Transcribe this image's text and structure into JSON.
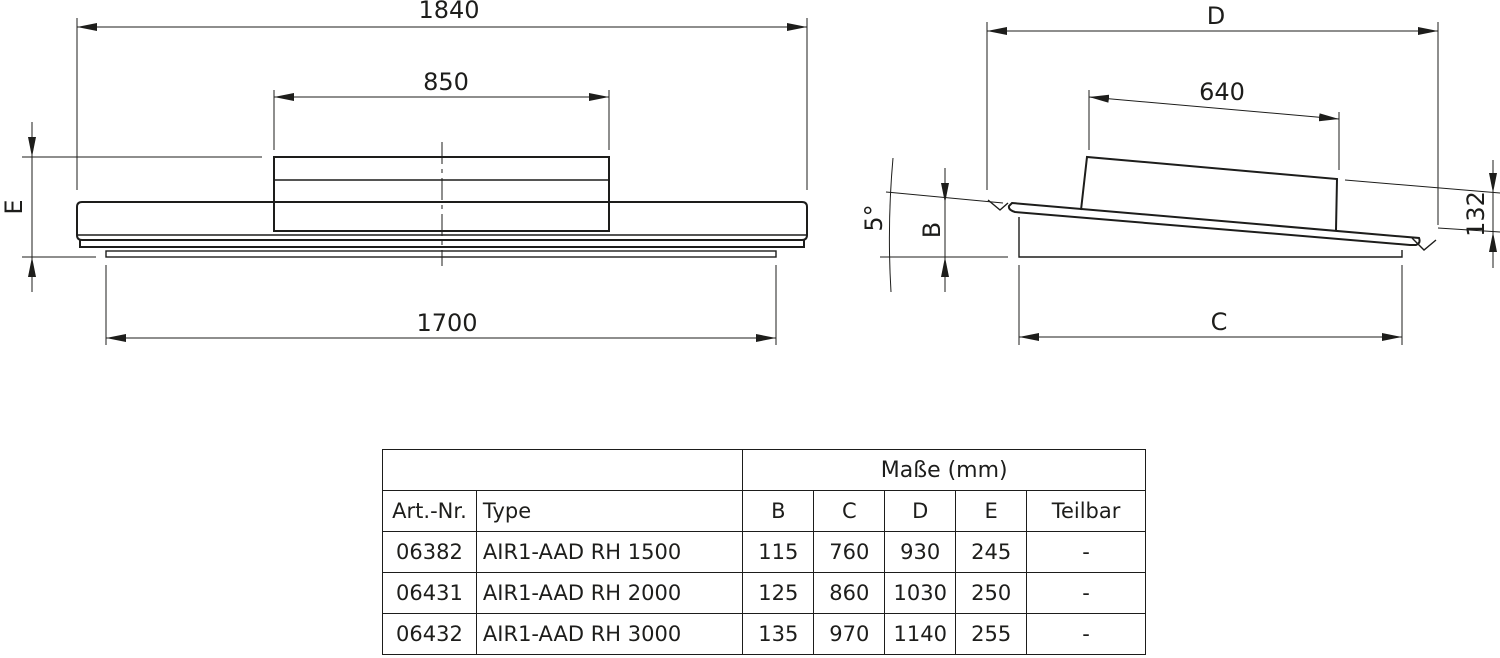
{
  "front_view": {
    "dim_overall_width": "1840",
    "dim_top_unit_width": "850",
    "dim_base_width": "1700",
    "dim_height_label": "E"
  },
  "side_view": {
    "dim_top_label": "D",
    "dim_unit_depth": "640",
    "dim_base_label": "C",
    "dim_height_label": "B",
    "dim_angle": "5°",
    "dim_right_height": "132"
  },
  "table": {
    "group_header": "Maße (mm)",
    "columns": [
      "Art.-Nr.",
      "Type",
      "B",
      "C",
      "D",
      "E",
      "Teilbar"
    ],
    "rows": [
      [
        "06382",
        "AIR1-AAD RH 1500",
        "115",
        "760",
        "930",
        "245",
        "-"
      ],
      [
        "06431",
        "AIR1-AAD RH 2000",
        "125",
        "860",
        "1030",
        "250",
        "-"
      ],
      [
        "06432",
        "AIR1-AAD RH 3000",
        "135",
        "970",
        "1140",
        "255",
        "-"
      ]
    ]
  }
}
